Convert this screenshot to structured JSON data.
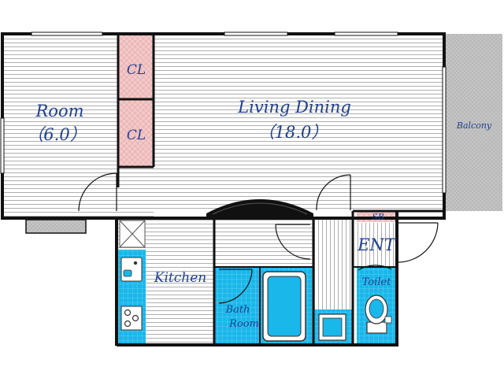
{
  "rooms": {
    "room": {
      "name": "Room",
      "size": "（6.0）"
    },
    "closet_upper": {
      "name": "CL"
    },
    "closet_lower": {
      "name": "CL"
    },
    "living_dining": {
      "name": "Living Dining",
      "size": "（18.0）"
    },
    "balcony": {
      "name": "Balcony"
    },
    "kitchen": {
      "name": "Kitchen"
    },
    "bath_room": {
      "line1": "Bath",
      "line2": "Room"
    },
    "entrance": {
      "name": "ENT"
    },
    "shoe_box": {
      "name": "SB"
    },
    "toilet": {
      "name": "Toilet"
    }
  },
  "colors": {
    "wall": "#111111",
    "floor_lines": "#8c8c8c",
    "closet_fill": "#f3c9c9",
    "wet_area": "#19b7ea",
    "balcony_fill": "#bdbdbd",
    "label": "#1e3f8f"
  }
}
